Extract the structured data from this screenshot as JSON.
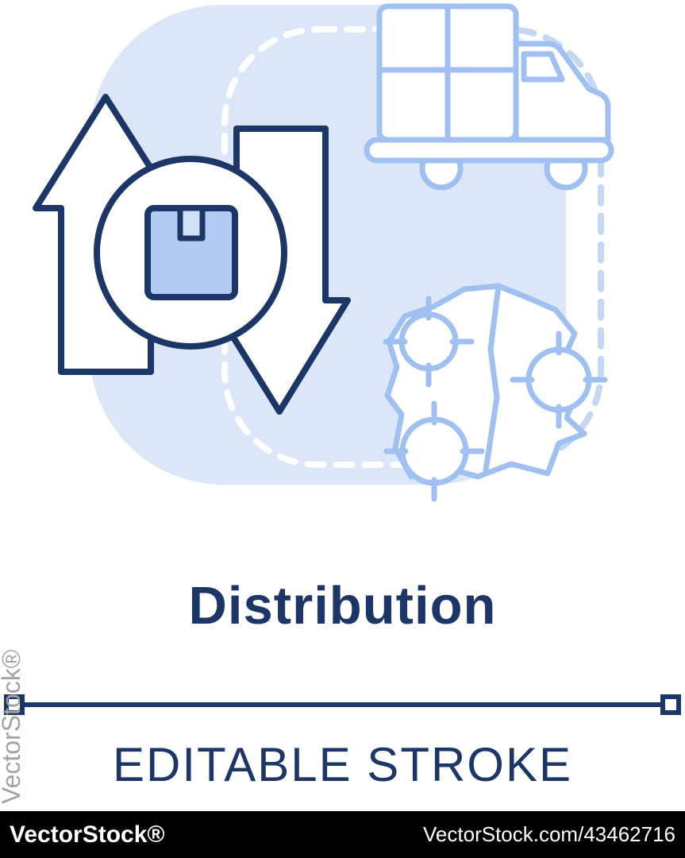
{
  "colors": {
    "navy": "#1c3667",
    "light": "#9fc0f0",
    "blob": "#dbe7f8",
    "boxfill": "#b3cbf4",
    "tape": "#d2e0f9",
    "dash": "#c6d7f2",
    "wm": "#a3a3a3",
    "footer": "#000000"
  },
  "caption": {
    "title": "Distribution",
    "editable_stroke": "EDITABLE STROKE"
  },
  "watermark": {
    "side_text": "VectorStock®",
    "footer_left": "VectorStock®",
    "footer_right": "VectorStock.com/43462716"
  },
  "icons": [
    "delivery-truck-icon",
    "map-location-targets-icon",
    "up-arrow-icon",
    "down-arrow-icon",
    "package-box-circle-icon",
    "dashed-frame"
  ]
}
